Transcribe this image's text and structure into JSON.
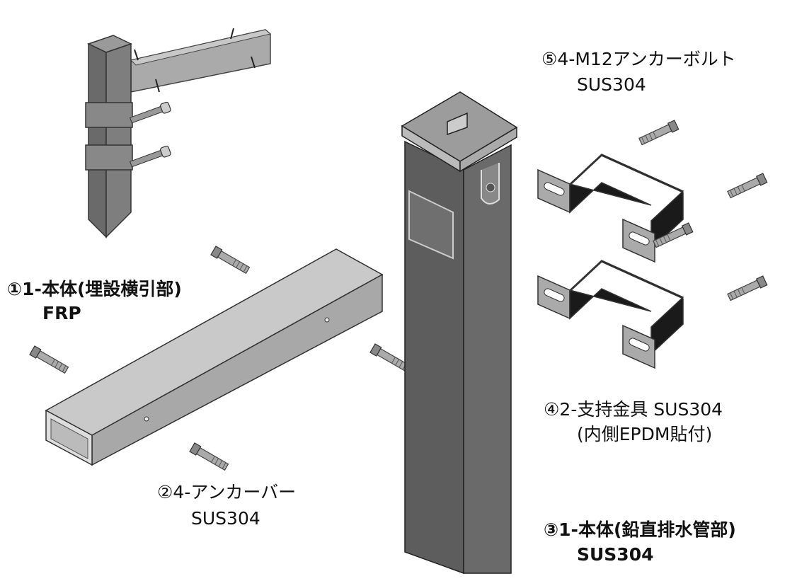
{
  "labels": {
    "part1": {
      "title": "①1-本体(埋設横引部)",
      "material": "FRP"
    },
    "part2": {
      "title": "②4-アンカーバー",
      "material": "SUS304"
    },
    "part3": {
      "title": "③1-本体(鉛直排水管部)",
      "material": "SUS304"
    },
    "part4": {
      "title": "④2-支持金具 SUS304",
      "note": "(内側EPDM貼付)"
    },
    "part5": {
      "title": "⑤4-M12アンカーボルト",
      "material": "SUS304"
    }
  }
}
